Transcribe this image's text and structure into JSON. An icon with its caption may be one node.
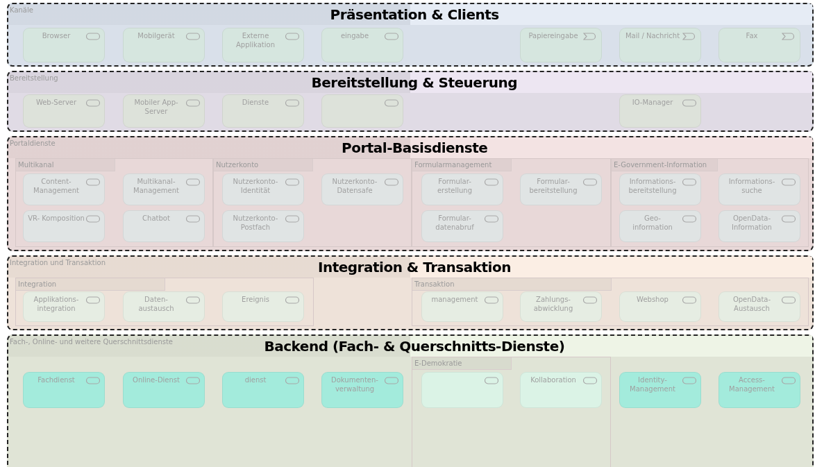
{
  "diagram": {
    "nodes": [
      {
        "text": [
          "Kanäle",
          "Präsentation & Clients"
        ]
      },
      {
        "text": [
          "Browser"
        ],
        "in": 0
      },
      {
        "text": [
          "Mobilgerät"
        ],
        "in": 0
      },
      {
        "text": [
          "Externe Applikation"
        ],
        "in": 0
      },
      {
        "text": [
          "eingabe"
        ],
        "in": 0
      },
      {
        "text": [
          "Papiereingabe"
        ],
        "in": 0
      },
      {
        "text": [
          "Mail / Nachricht"
        ],
        "in": 0
      },
      {
        "text": [
          "Fax"
        ],
        "in": 0
      },
      {
        "text": [
          "Bereitstellung",
          "Bereitstellung & Steuerung"
        ]
      },
      {
        "text": [
          "Web-Server"
        ],
        "in": 8
      },
      {
        "text": [
          "Mobiler App- Server"
        ],
        "in": 8
      },
      {
        "text": [
          "Dienste"
        ],
        "in": 8
      },
      {
        "text": [],
        "shape": "box",
        "in": 8
      },
      {
        "text": [
          "IO-Manager"
        ],
        "in": 8
      },
      {
        "text": [
          "Portaldienste",
          "Portal-Basisdienste"
        ]
      },
      {
        "text": [
          "Multikanal"
        ],
        "in": 14
      },
      {
        "text": [
          "Content- Management"
        ],
        "in": 15
      },
      {
        "text": [
          "Multikanal- Management"
        ],
        "in": 15
      },
      {
        "text": [
          "VR- Komposition"
        ],
        "in": 15
      },
      {
        "text": [
          "Chatbot"
        ],
        "in": 15
      },
      {
        "text": [
          "Nutzerkonto"
        ],
        "in": 14
      },
      {
        "text": [
          "Nutzerkonto- Identität"
        ],
        "in": 20
      },
      {
        "text": [
          "Nutzerkonto- Datensafe"
        ],
        "in": 20
      },
      {
        "text": [
          "Nutzerkonto- Postfach"
        ],
        "in": 20
      },
      {
        "text": [
          "Formularmanagement"
        ],
        "in": 14
      },
      {
        "text": [
          "Formular- erstellung"
        ],
        "in": 24
      },
      {
        "text": [
          "Formular- bereitstellung"
        ],
        "in": 24
      },
      {
        "text": [
          "Formular- datenabruf"
        ],
        "in": 24
      },
      {
        "text": [
          "E-Government-Information"
        ],
        "in": 14
      },
      {
        "text": [
          "Informations- bereitstellung"
        ],
        "in": 28
      },
      {
        "text": [
          "Informations- suche"
        ],
        "in": 28
      },
      {
        "text": [
          "Geo- information"
        ],
        "in": 28
      },
      {
        "text": [
          "OpenData- Information"
        ],
        "in": 28
      },
      {
        "text": [
          "Integration und Transaktion",
          "Integration & Transaktion"
        ]
      },
      {
        "text": [
          "Integration"
        ],
        "in": 33
      },
      {
        "text": [
          "Applikations- integration"
        ],
        "in": 34
      },
      {
        "text": [
          "Daten- austausch"
        ],
        "in": 34
      },
      {
        "text": [
          "Ereignis"
        ],
        "in": 34
      },
      {
        "text": [
          "Transaktion"
        ],
        "in": 33
      },
      {
        "text": [
          "management"
        ],
        "in": 38
      },
      {
        "text": [
          "Zahlungs- abwicklung"
        ],
        "in": 38
      },
      {
        "text": [
          "Webshop"
        ],
        "in": 38
      },
      {
        "text": [
          "OpenData- Austausch"
        ],
        "in": 38
      },
      {
        "text": [
          "Fach-, Online- und weitere Querschnittsdienste",
          "Backend (Fach- & Querschnitts-Dienste)"
        ]
      },
      {
        "text": [
          "Fachdienst"
        ],
        "in": 43
      },
      {
        "text": [
          "Online-Dienst"
        ],
        "in": 43
      },
      {
        "text": [
          "dienst"
        ],
        "in": 43
      },
      {
        "text": [
          "Dokumenten- verwaltung"
        ],
        "in": 43
      },
      {
        "text": [
          "E-Demokratie"
        ],
        "in": 43
      },
      {
        "text": [],
        "shape": "box",
        "in": 48
      },
      {
        "text": [
          "Kollaboration"
        ],
        "in": 48
      },
      {
        "text": [
          "Identity- Management"
        ],
        "in": 43
      },
      {
        "text": [
          "Access- Management"
        ],
        "in": 43
      }
    ]
  }
}
